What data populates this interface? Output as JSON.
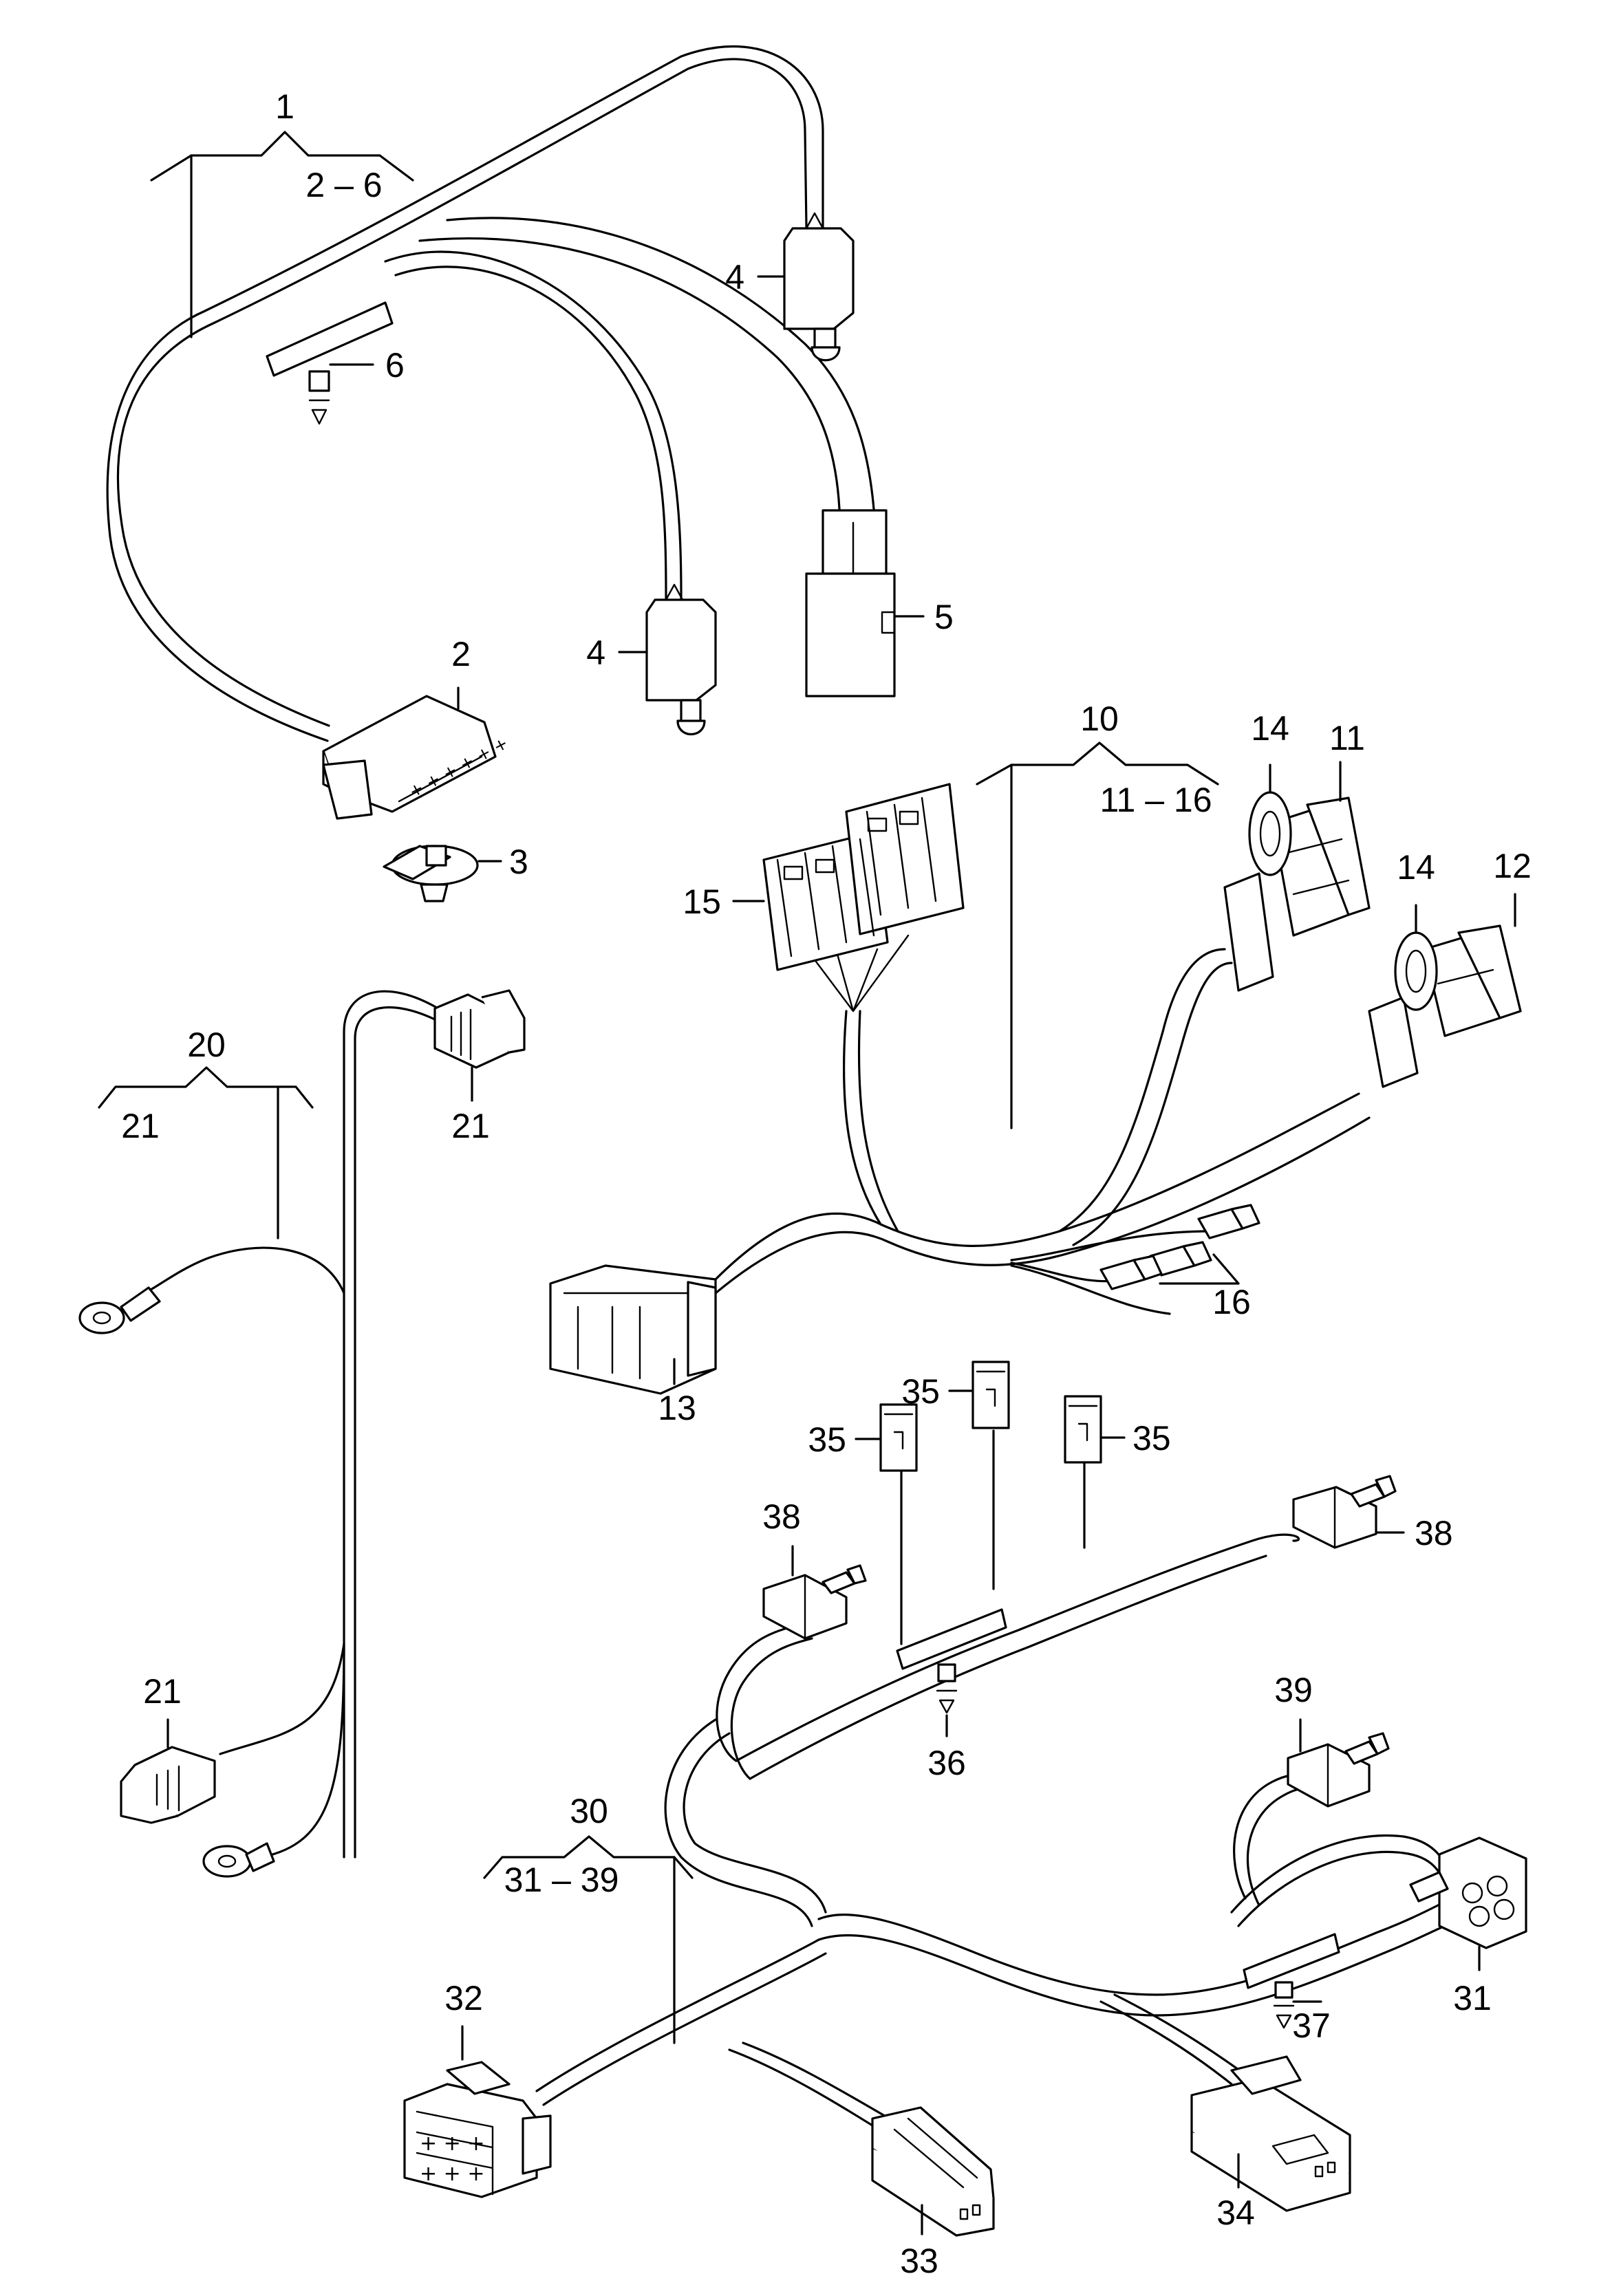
{
  "labels": {
    "group_1": "1",
    "range_2_6": "2 – 6",
    "part_2": "2",
    "part_3": "3",
    "part_4_upper": "4",
    "part_4_lower": "4",
    "part_5": "5",
    "part_6": "6",
    "group_10": "10",
    "range_11_16": "11 – 16",
    "part_11": "11",
    "part_12": "12",
    "part_13": "13",
    "part_14_upper": "14",
    "part_14_lower": "14",
    "part_15": "15",
    "part_16": "16",
    "group_20": "20",
    "range_21": "21",
    "part_21_upper": "21",
    "part_21_lower": "21",
    "group_30": "30",
    "range_31_39": "31 – 39",
    "part_31": "31",
    "part_32": "32",
    "part_33": "33",
    "part_34": "34",
    "part_35_left": "35",
    "part_35_middle": "35",
    "part_35_right": "35",
    "part_36": "36",
    "part_37": "37",
    "part_38_left": "38",
    "part_38_right": "38",
    "part_39": "39"
  }
}
